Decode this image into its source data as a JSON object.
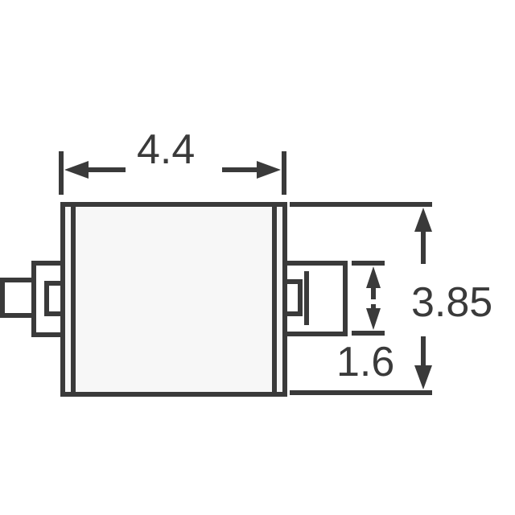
{
  "drawing": {
    "dimensions": {
      "width": "4.4",
      "height": "3.85",
      "terminal_width": "1.6"
    },
    "colors": {
      "stroke": "#3a3a3a",
      "body_fill": "#f7f7f7",
      "background": "#ffffff"
    }
  }
}
